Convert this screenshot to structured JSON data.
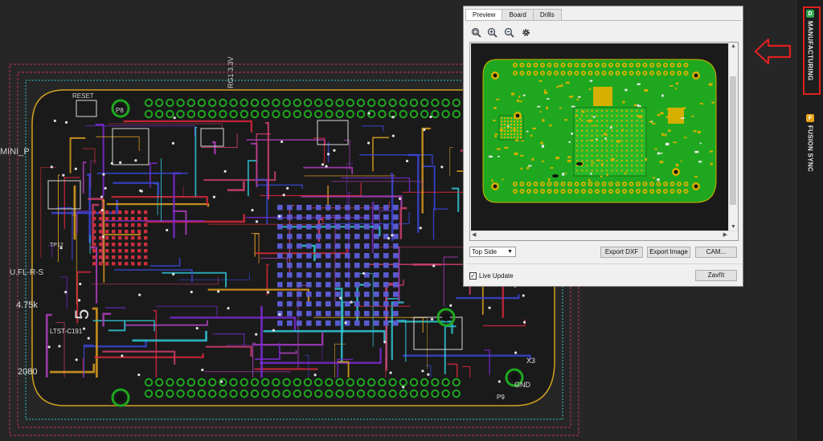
{
  "window": {
    "title": "Manufacturing preview"
  },
  "sidebar": {
    "items": [
      {
        "label": "MANUFACTURING",
        "badge": "D",
        "badge_color": "#2fa84f",
        "highlighted": true
      },
      {
        "label": "FUSION SYNC",
        "badge": "F",
        "badge_color": "#e8a317",
        "highlighted": false
      }
    ]
  },
  "dialog": {
    "tabs": [
      {
        "label": "Preview",
        "active": true
      },
      {
        "label": "Board",
        "active": false
      },
      {
        "label": "Drills",
        "active": false
      }
    ],
    "toolbar_icons": [
      "zoom-fit-icon",
      "zoom-in-icon",
      "zoom-out-icon",
      "gear-icon"
    ],
    "side_select": {
      "value": "Top Side"
    },
    "buttons": {
      "export_dxf": "Export DXF",
      "export_image": "Export Image",
      "cam": "CAM...",
      "close": "Zavřít"
    },
    "live_update": {
      "label": "Live Update",
      "checked": true
    }
  },
  "board_labels": {
    "reset": "RESET",
    "mini": "MINI_P",
    "ufl": "U.FL-R-S",
    "res": "4.75k",
    "num5": "5",
    "num2080": "2080",
    "num33": "RG1 3.3V",
    "x3": "X3",
    "gnd": "GND",
    "p9": "P9",
    "p8": "P8",
    "ltst": "LTST-C191",
    "tp12": "TP12"
  },
  "colors": {
    "board": "#2a2a2a",
    "pcb_green": "#1fa81f",
    "pad_gold": "#d6b000",
    "trace_red": "#d8283c",
    "trace_blue": "#3a47d8",
    "trace_purple": "#b040c0",
    "trace_cyan": "#30c8d8",
    "trace_gold": "#e0a020",
    "highlight_red": "#e02020"
  }
}
